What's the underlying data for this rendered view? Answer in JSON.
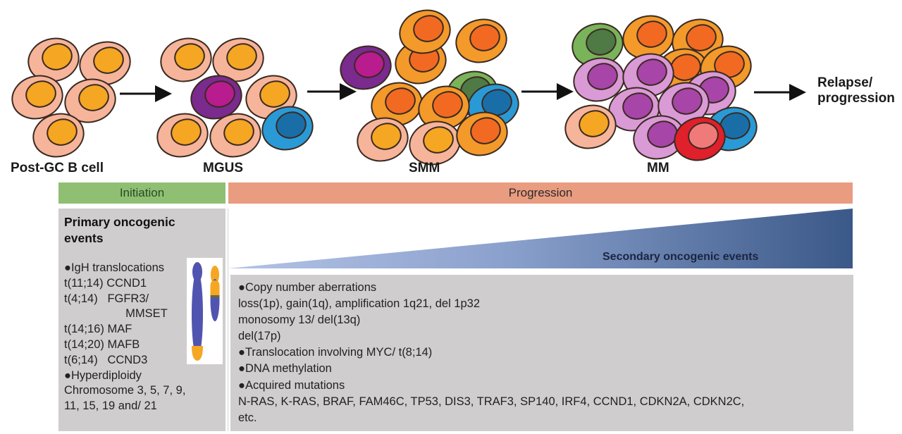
{
  "stages": [
    {
      "id": "post-gc-b-cell",
      "label": "Post-GC B cell"
    },
    {
      "id": "mgus",
      "label": "MGUS"
    },
    {
      "id": "smm",
      "label": "SMM"
    },
    {
      "id": "mm",
      "label": "MM"
    }
  ],
  "relapse_label": [
    "Relapse/",
    "progression"
  ],
  "phases": {
    "initiation": "Initiation",
    "progression": "Progression"
  },
  "primary": {
    "title_lines": [
      "Primary oncogenic",
      "events"
    ],
    "items": [
      "●IgH translocations",
      "t(11;14) CCND1",
      "t(4;14)   FGFR3/",
      "                   MMSET",
      "t(14;16) MAF",
      "t(14;20) MAFB",
      "t(6;14)   CCND3",
      "●Hyperdiploidy",
      "Chromosome 3, 5, 7, 9,",
      "11, 15, 19 and/ 21"
    ]
  },
  "secondary": {
    "wedge_label": "Secondary oncogenic events",
    "items": [
      "●Copy number aberrations",
      "loss(1p), gain(1q), amplification 1q21, del 1p32",
      "monosomy 13/ del(13q)",
      "del(17p)",
      "●Translocation involving MYC/ t(8;14)",
      "●DNA methylation",
      "●Acquired mutations",
      "N-RAS, K-RAS, BRAF, FAM46C, TP53, DIS3, TRAF3, SP140, IRF4, CCND1, CDKN2A, CDKN2C,",
      "etc."
    ]
  },
  "colors": {
    "normal_cell": "#f6b49a",
    "normal_nucleus": "#f5a623",
    "purple_cell": "#7b2a8e",
    "purple_nucleus": "#b81c8e",
    "blue_cell": "#2a9ad6",
    "blue_nucleus": "#1a6ea8",
    "orange_cell": "#f39a2b",
    "orange_nucleus": "#f26a22",
    "green_cell": "#79b35a",
    "green_nucleus": "#4f7a45",
    "pink_cell": "#d99ad6",
    "pink_nucleus": "#a845a8",
    "red_cell": "#e0202a",
    "red_nucleus": "#f07a7a",
    "initiation_bar": "#8fbf73",
    "progression_bar": "#e99c80",
    "wedge_start": "#a7b8df",
    "wedge_end": "#3c5a8c",
    "panel_gray": "#cfcdcd",
    "chrom_blue": "#5054b0",
    "chrom_orange": "#f5a623"
  }
}
